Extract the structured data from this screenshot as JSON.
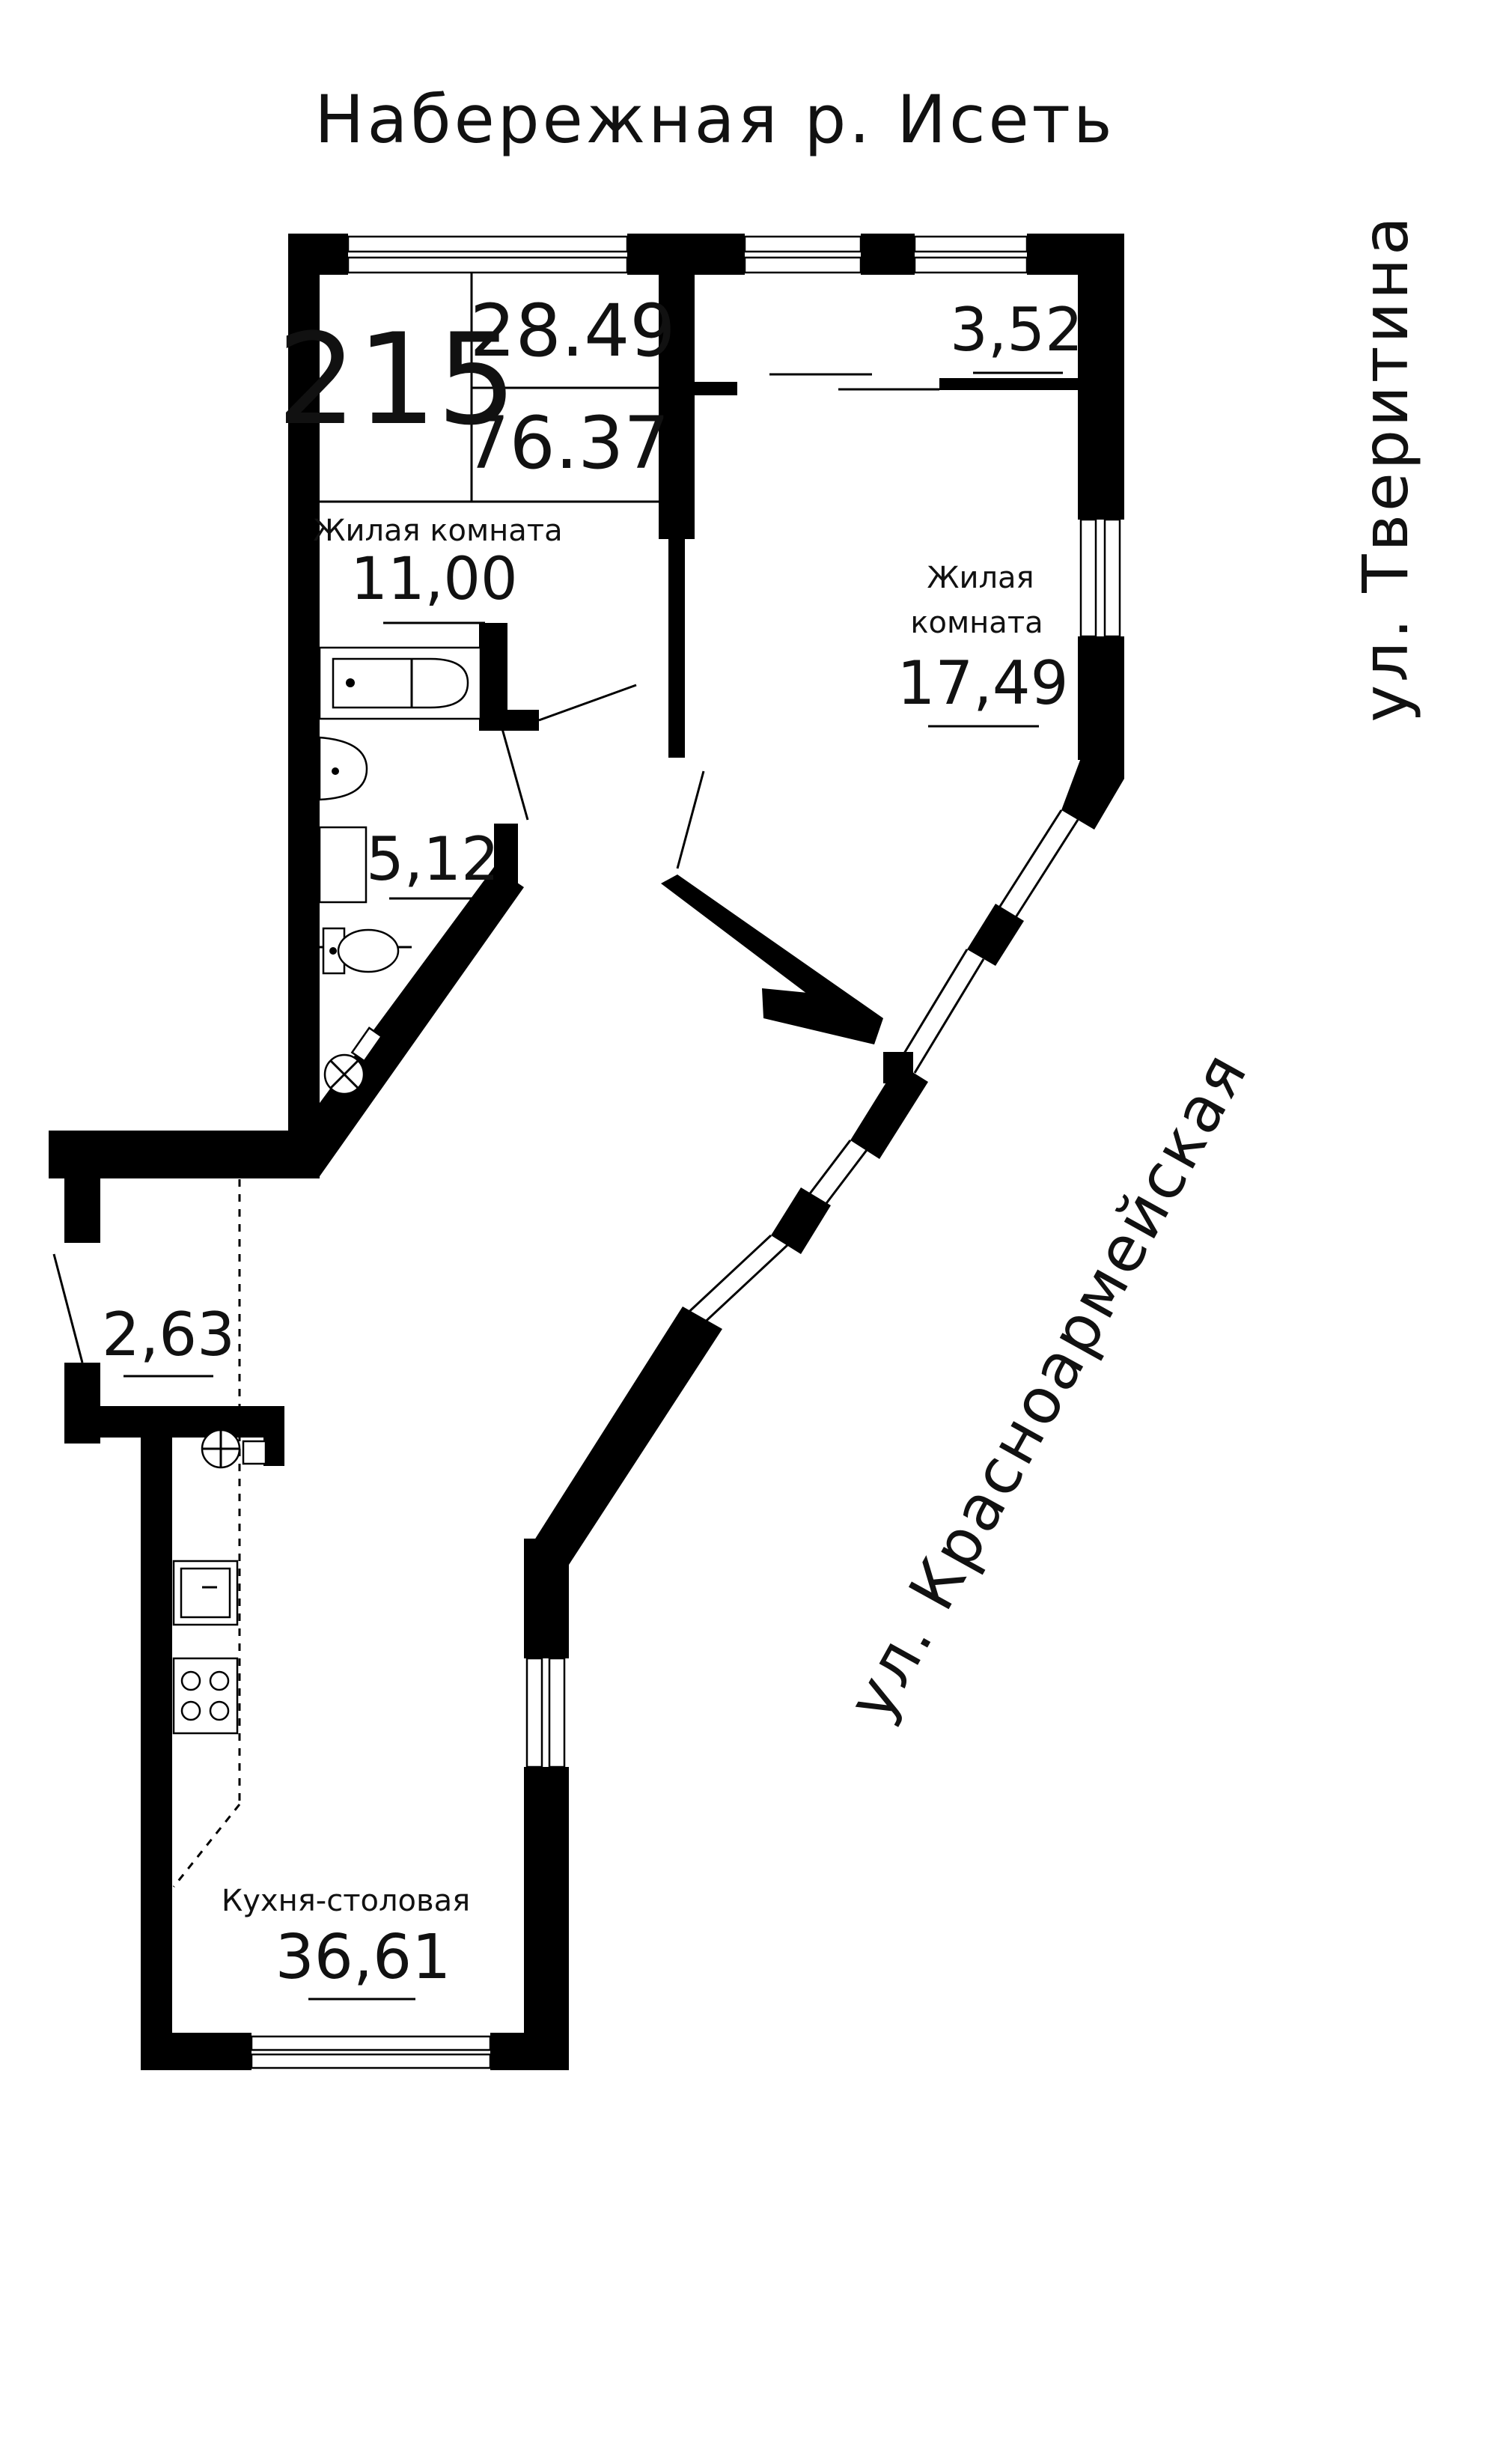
{
  "streets": {
    "north": "Набережная р. Исеть",
    "east": "ул. Тверитина",
    "southeast": "ул. Красноармейская"
  },
  "apartment": {
    "number": "215",
    "living_area": "28.49",
    "total_area": "76.37",
    "number_color": "#e8141b"
  },
  "rooms": {
    "bedroom_small": {
      "label": "Жилая комната",
      "area": "11,00"
    },
    "bedroom_large": {
      "label_line1": "Жилая",
      "label_line2": "комната",
      "area": "17,49"
    },
    "balcony": {
      "area": "3,52"
    },
    "bathroom": {
      "area": "5,12"
    },
    "hall": {
      "area": "2,63"
    },
    "kitchen": {
      "label": "Кухня-столовая",
      "area": "36,61"
    }
  },
  "icons": [
    "bathtub-icon",
    "washbasin-icon",
    "toilet-icon",
    "floor-drain-icon",
    "kitchen-sink-icon",
    "stove-icon",
    "boiler-icon"
  ]
}
